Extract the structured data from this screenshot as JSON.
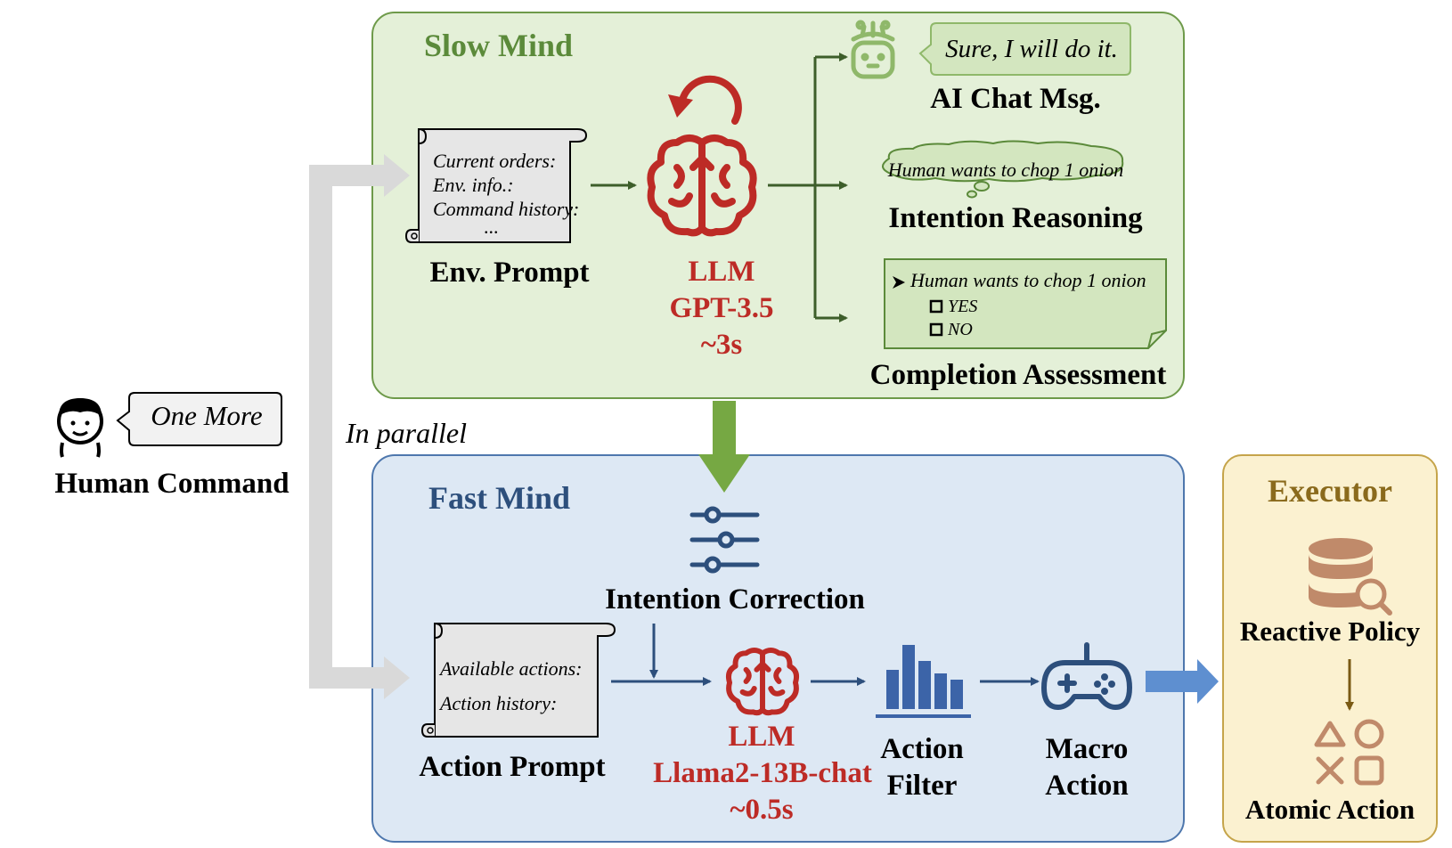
{
  "human": {
    "speech": "One More",
    "label": "Human Command"
  },
  "parallel_label": "In parallel",
  "slow_mind": {
    "title": "Slow Mind",
    "env_prompt": {
      "lines": [
        "Current orders:",
        "Env. info.:",
        "Command history:",
        "..."
      ],
      "label": "Env. Prompt"
    },
    "llm": {
      "line1": "LLM",
      "line2": "GPT-3.5",
      "line3": "~3s"
    },
    "ai_chat": {
      "speech": "Sure, I will do it.",
      "label": "AI Chat Msg."
    },
    "intention": {
      "thought": "Human wants to chop 1 onion",
      "label": "Intention Reasoning"
    },
    "completion": {
      "statement": "Human wants to chop 1 onion",
      "option_yes": "YES",
      "option_no": "NO",
      "label": "Completion Assessment"
    }
  },
  "fast_mind": {
    "title": "Fast Mind",
    "correction_label": "Intention Correction",
    "action_prompt": {
      "lines": [
        "Available actions:",
        "Action history:"
      ],
      "label": "Action Prompt"
    },
    "llm": {
      "line1": "LLM",
      "line2": "Llama2-13B-chat",
      "line3": "~0.5s"
    },
    "filter": {
      "line1": "Action",
      "line2": "Filter"
    },
    "macro": {
      "line1": "Macro",
      "line2": "Action"
    }
  },
  "executor": {
    "title": "Executor",
    "reactive": "Reactive Policy",
    "atomic": "Atomic Action"
  },
  "colors": {
    "slow_fill": "#e4f0d8",
    "slow_border": "#6e9a4a",
    "slow_title": "#5b8a3a",
    "fast_fill": "#dde8f4",
    "fast_border": "#4e77ad",
    "fast_title": "#2d4f7c",
    "exec_fill": "#fbf1d0",
    "exec_border": "#c5a44a",
    "exec_title": "#8a6a1c",
    "llm_red": "#bd2b26",
    "arrow_green": "#3d5e2a",
    "arrow_blue": "#2d4f7c",
    "icon_brown": "#c08a6a"
  }
}
